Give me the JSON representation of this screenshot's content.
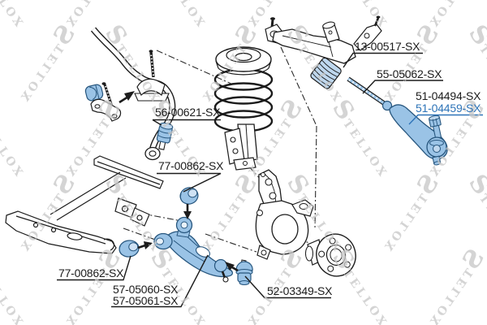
{
  "diagram": {
    "type": "exploded-parts-diagram",
    "subject": "front suspension and steering components",
    "watermark": {
      "brand": "STELLOX"
    },
    "labels": {
      "rack_boot": "13-00517-SX",
      "inner_tie_rod": "55-05062-SX",
      "tie_rod_end_alt": "51-04494-SX",
      "tie_rod_end": "51-04459-SX",
      "stabilizer_link_bush": "56-00621-SX",
      "arm_bush_top": "77-00862-SX",
      "arm_bush_front": "77-00862-SX",
      "control_arm_a": "57-05060-SX",
      "control_arm_b": "57-05061-SX",
      "ball_joint": "52-03349-SX"
    },
    "highlighted_part": "51-04459-SX",
    "colors": {
      "ink": "#1c1c1c",
      "part-fill-blue": "#9ac3e6",
      "part-stroke-blue": "#27567e",
      "highlight-label-blue": "#2e74b8",
      "watermark-gray": "#c8c8c8"
    }
  }
}
